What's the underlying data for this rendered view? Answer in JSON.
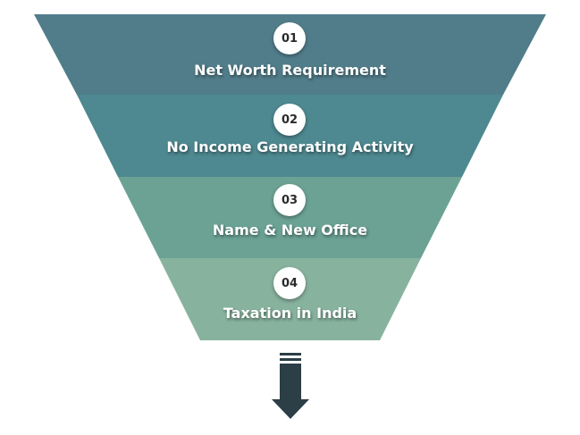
{
  "funnel": {
    "steps": [
      {
        "number": "01",
        "label": "Net Worth Requirement",
        "color": "#517d8a"
      },
      {
        "number": "02",
        "label": "No Income Generating Activity",
        "color": "#4e8890"
      },
      {
        "number": "03",
        "label": "Name & New Office",
        "color": "#6ba294"
      },
      {
        "number": "04",
        "label": "Taxation in India",
        "color": "#87b29e"
      }
    ]
  },
  "arrow": {
    "color": "#2c3e46",
    "direction": "down",
    "icon": "arrow-down-icon"
  }
}
